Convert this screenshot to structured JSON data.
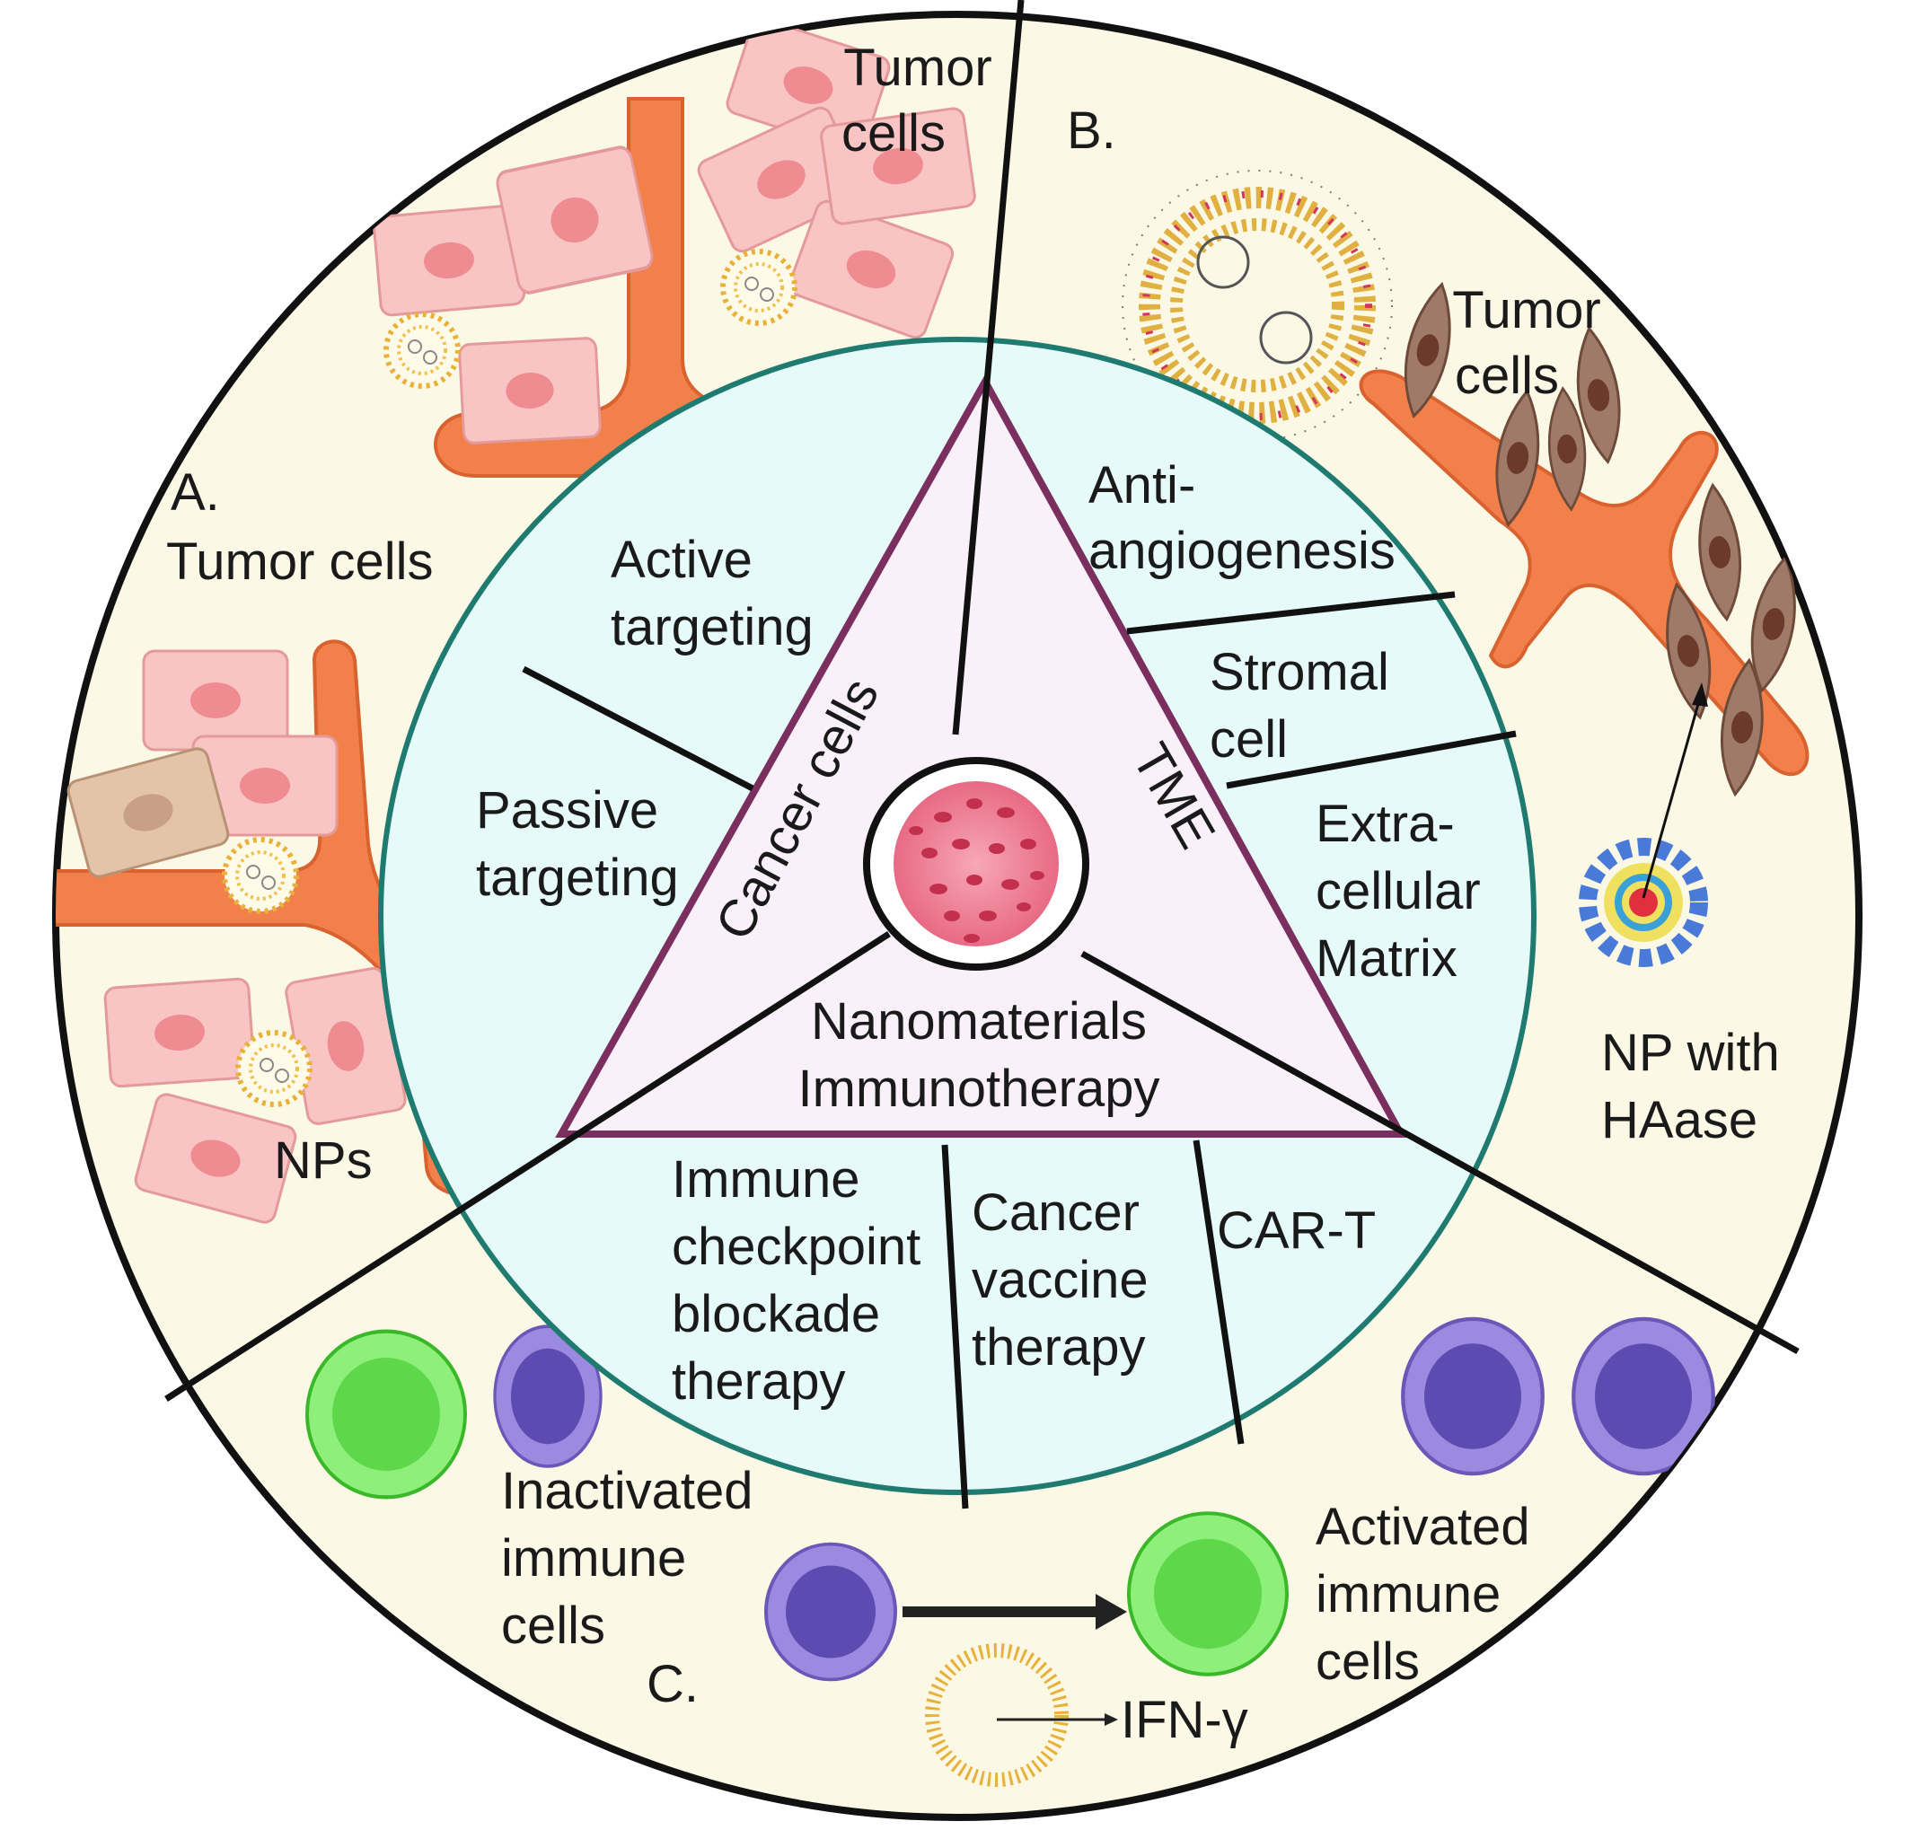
{
  "center": {
    "title_line1": "Nanomaterials",
    "title_line2": "Immunotherapy",
    "left_side": "Cancer cells",
    "right_side": "TME"
  },
  "panel_a": {
    "letter": "A.",
    "heading": "Tumor cells",
    "top_label_line1": "Tumor",
    "top_label_line2": "cells",
    "np_label": "NPs",
    "ring_items": [
      {
        "line1": "Active",
        "line2": "targeting"
      },
      {
        "line1": "Passive",
        "line2": "targeting"
      }
    ]
  },
  "panel_b": {
    "letter": "B.",
    "tumor_label_line1": "Tumor",
    "tumor_label_line2": "cells",
    "np_label_line1": "NP with",
    "np_label_line2": "HAase",
    "ring_items": [
      {
        "line1": "Anti-",
        "line2": "angiogenesis"
      },
      {
        "line1": "Stromal",
        "line2": "cell"
      },
      {
        "line1": "Extra-",
        "line2": "cellular",
        "line3": "Matrix"
      }
    ]
  },
  "panel_c": {
    "letter": "C.",
    "inactivated_line1": "Inactivated",
    "inactivated_line2": "immune",
    "inactivated_line3": "cells",
    "activated_line1": "Activated",
    "activated_line2": "immune",
    "activated_line3": "cells",
    "cytokine": "IFN-γ",
    "ring_items": [
      {
        "line1": "Immune",
        "line2": "checkpoint",
        "line3": "blockade",
        "line4": "therapy"
      },
      {
        "line1": "Cancer",
        "line2": "vaccine",
        "line3": "therapy"
      },
      {
        "line1": "CAR-T"
      }
    ]
  },
  "colors": {
    "outer_fill": "#fbf8e6",
    "ring_fill": "#e6fafa",
    "ring_stroke": "#1f7a6f",
    "triangle_fill": "#faf0fa",
    "triangle_stroke": "#7a2f5f",
    "vessel": "#f2804a",
    "tumor_cell": "#f8c4c4",
    "inactive_cell": "#7a66c8",
    "active_cell": "#6ee05a"
  }
}
